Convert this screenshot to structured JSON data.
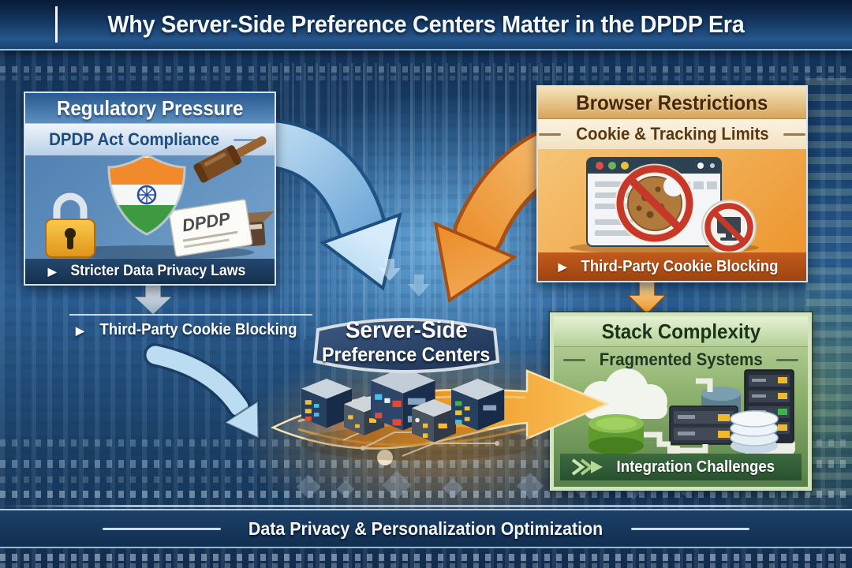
{
  "title": "Why Server-Side Preference Centers Matter in the DPDP Era",
  "boxes": {
    "regulatory": {
      "header": "Regulatory Pressure",
      "subtitle": "DPDP Act Compliance",
      "banner": "Stricter Data Privacy Laws",
      "doc_label": "DPDP"
    },
    "browser": {
      "header": "Browser Restrictions",
      "subtitle": "Cookie & Tracking Limits",
      "banner": "Third-Party Cookie Blocking"
    },
    "stack": {
      "header": "Stack Complexity",
      "subtitle": "Fragmented Systems",
      "banner": "Integration Challenges"
    }
  },
  "flow": {
    "left_label": "Third-Party Cookie Blocking"
  },
  "center": {
    "line1": "Server-Side",
    "line2": "Preference Centers"
  },
  "footer": {
    "label": "Data Privacy & Personalization Optimization"
  },
  "glyphs": {
    "bullet": "▶"
  },
  "colors": {
    "background_blue": "#1b4470",
    "accent_blue": "#4f93cc",
    "accent_orange": "#ef9c28",
    "accent_green": "#8db26c",
    "banner_navy": "#15304f",
    "banner_rust": "#c25a1d",
    "gold": "#f2c12e",
    "alert_red": "#c83828"
  }
}
